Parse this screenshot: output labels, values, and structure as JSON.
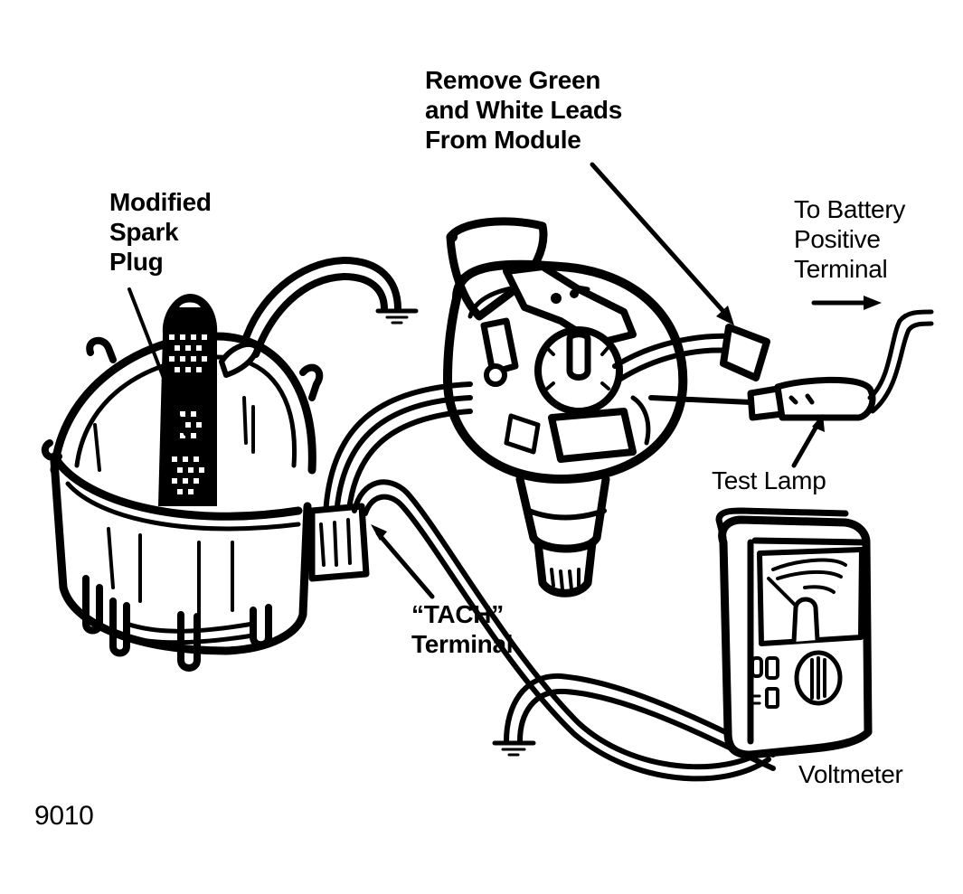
{
  "figure": {
    "id_label": "9010",
    "colors": {
      "ink": "#000000",
      "background": "#ffffff"
    }
  },
  "labels": {
    "module_leads": "Remove Green\nand White Leads\nFrom Module",
    "spark_plug": "Modified\nSpark\nPlug",
    "battery": "To Battery\nPositive\nTerminal",
    "test_lamp": "Test Lamp",
    "tach_terminal": "“TACH”\nTerminal",
    "voltmeter": "Voltmeter"
  },
  "components": [
    {
      "name": "distributor-cap",
      "icon": "distributor-cap-icon"
    },
    {
      "name": "modified-spark-plug",
      "icon": "spark-plug-icon"
    },
    {
      "name": "distributor",
      "icon": "distributor-icon"
    },
    {
      "name": "module-connector",
      "icon": "connector-icon"
    },
    {
      "name": "test-lamp",
      "icon": "test-lamp-icon"
    },
    {
      "name": "voltmeter",
      "icon": "voltmeter-icon"
    },
    {
      "name": "tach-terminal",
      "icon": "terminal-icon"
    },
    {
      "name": "ground-symbols",
      "icon": "ground-icon"
    }
  ]
}
